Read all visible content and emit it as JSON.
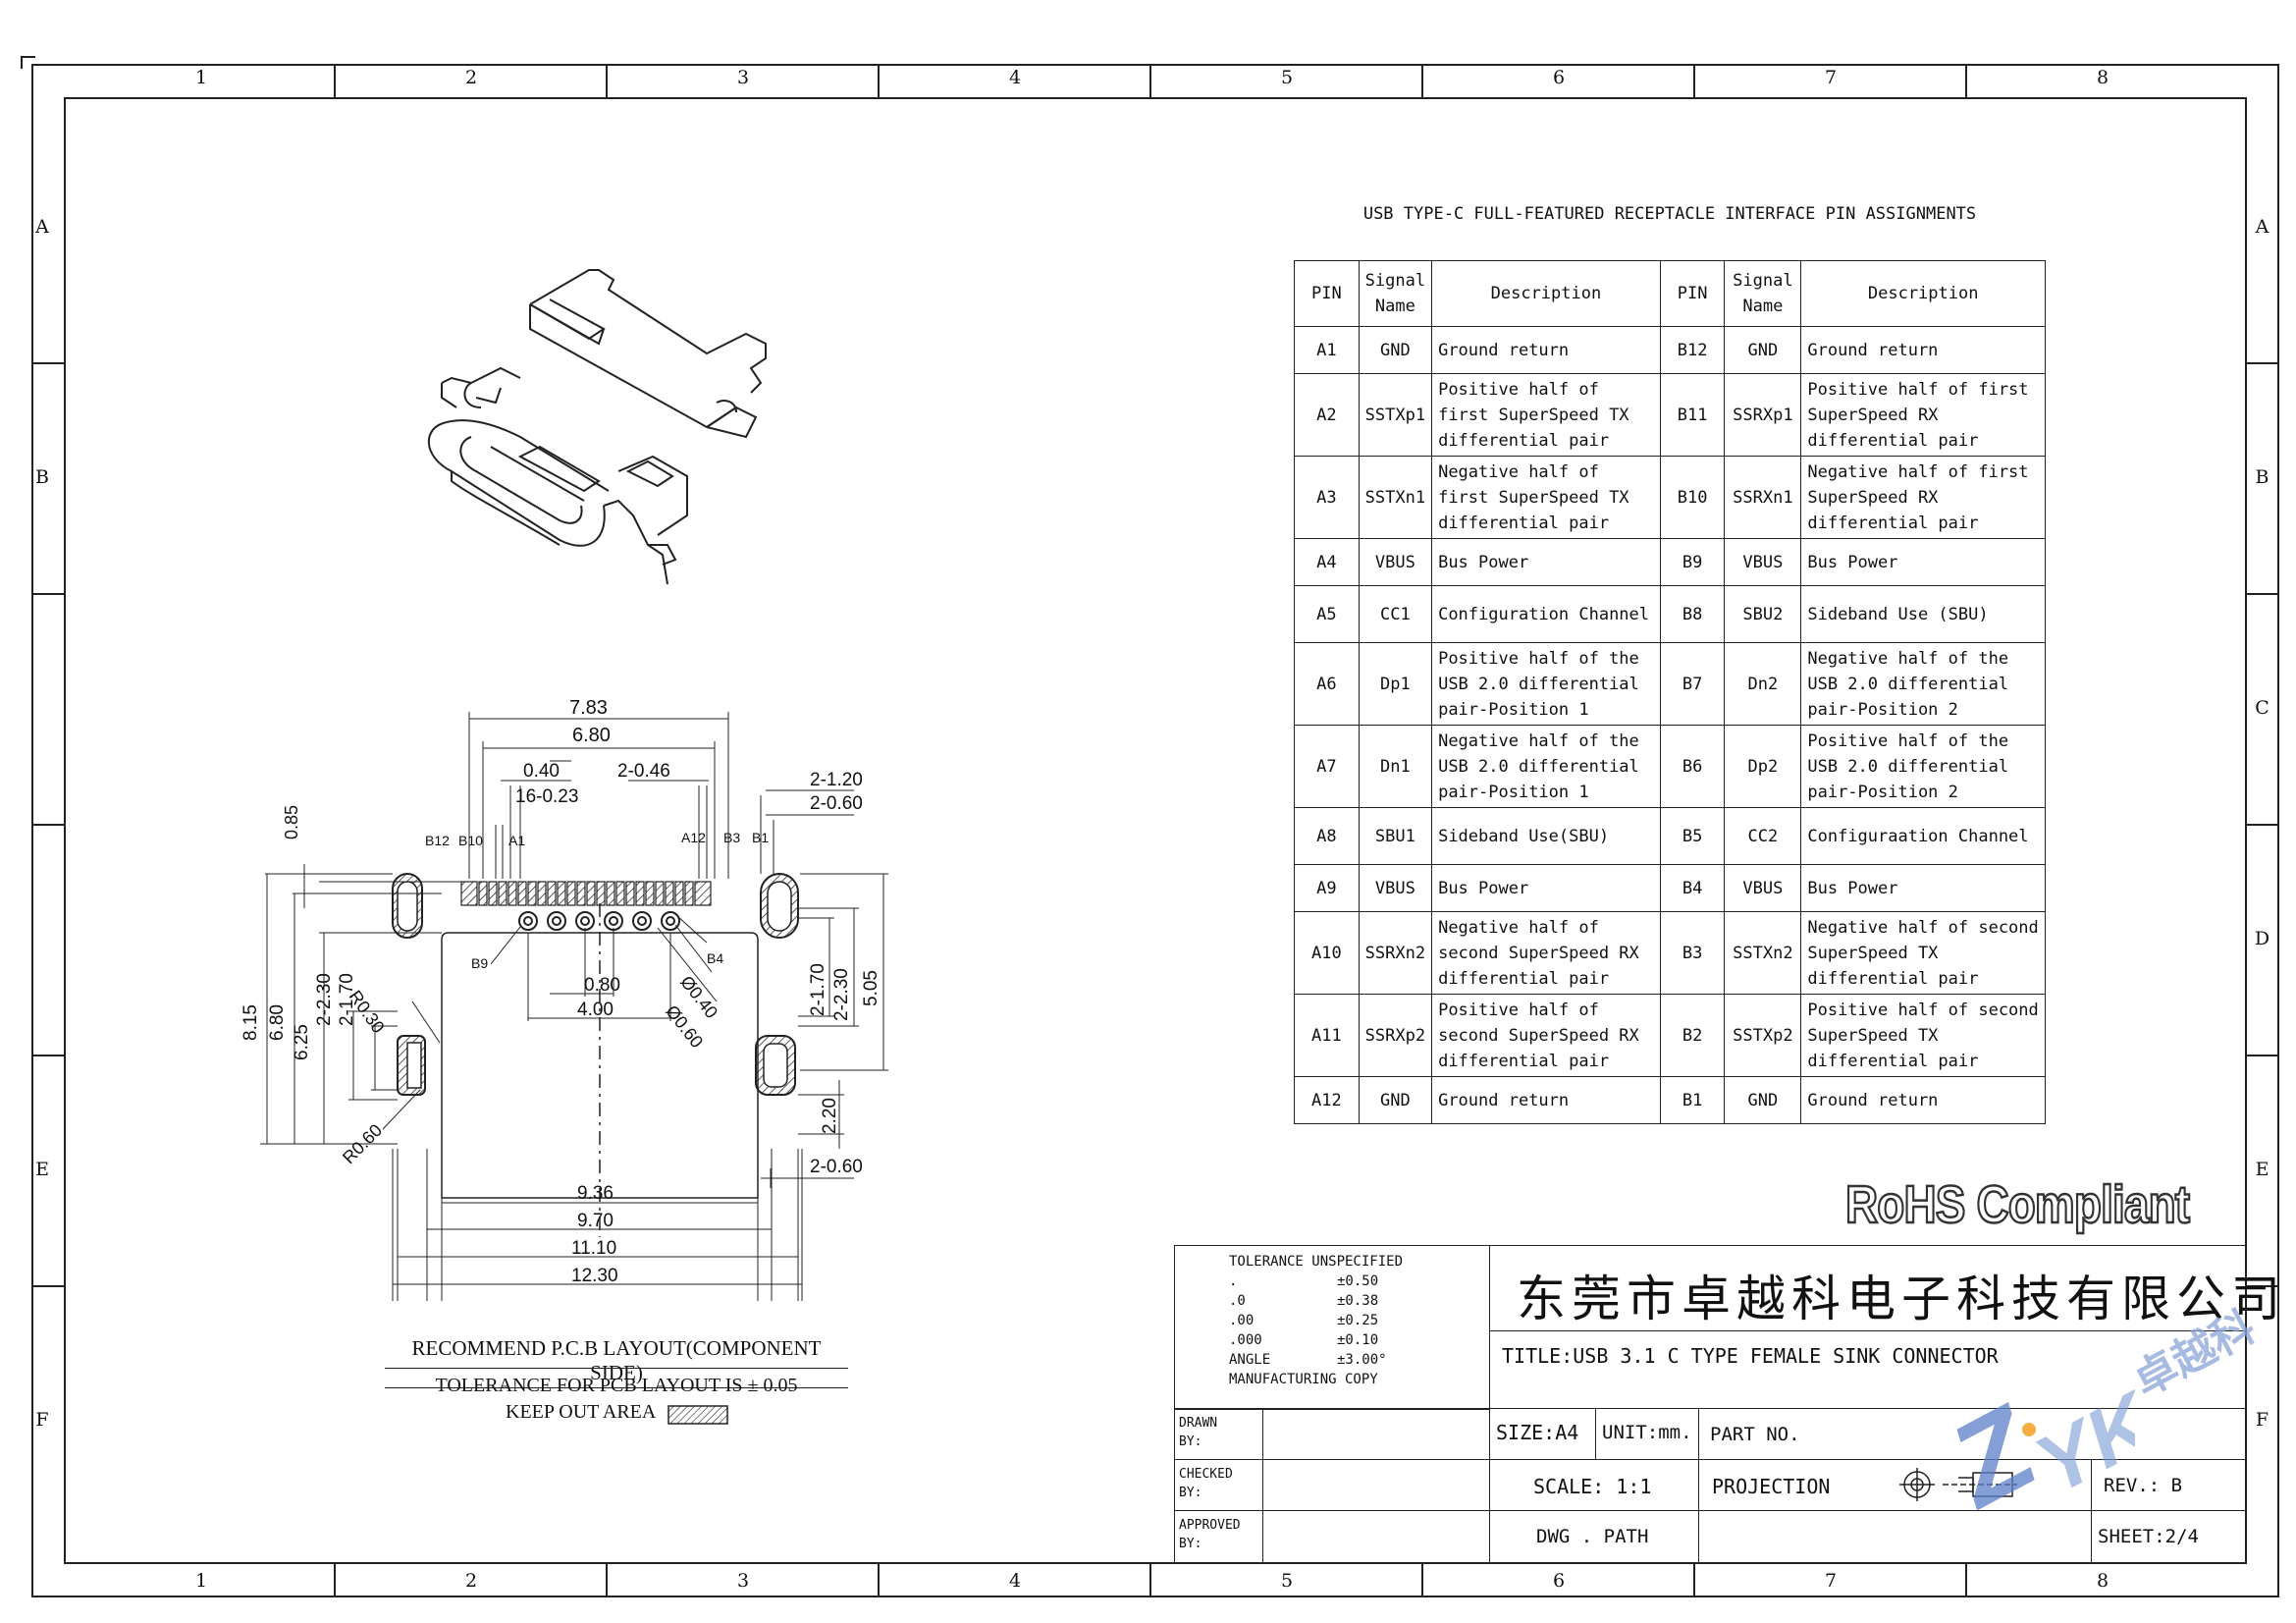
{
  "zones": {
    "columns": [
      "1",
      "2",
      "3",
      "4",
      "5",
      "6",
      "7",
      "8"
    ],
    "rows": [
      "A",
      "B",
      "C",
      "D",
      "E",
      "F"
    ]
  },
  "table": {
    "title": "USB TYPE-C FULL-FEATURED RECEPTACLE INTERFACE PIN ASSIGNMENTS",
    "headers": [
      "PIN",
      "Signal Name",
      "Description",
      "PIN",
      "Signal Name",
      "Description"
    ],
    "rows": [
      [
        "A1",
        "GND",
        "Ground return",
        "B12",
        "GND",
        "Ground return"
      ],
      [
        "A2",
        "SSTXp1",
        "Positive half of first SuperSpeed TX differential pair",
        "B11",
        "SSRXp1",
        "Positive half of first SuperSpeed RX differential pair"
      ],
      [
        "A3",
        "SSTXn1",
        "Negative half of first SuperSpeed TX differential pair",
        "B10",
        "SSRXn1",
        "Negative half of first SuperSpeed RX differential pair"
      ],
      [
        "A4",
        "VBUS",
        "Bus Power",
        "B9",
        "VBUS",
        "Bus Power"
      ],
      [
        "A5",
        "CC1",
        "Configuration Channel",
        "B8",
        "SBU2",
        "Sideband Use (SBU)"
      ],
      [
        "A6",
        "Dp1",
        "Positive half of the USB 2.0 differential pair-Position 1",
        "B7",
        "Dn2",
        "Negative half of the USB 2.0 differential pair-Position 2"
      ],
      [
        "A7",
        "Dn1",
        "Negative half of the USB 2.0 differential pair-Position 1",
        "B6",
        "Dp2",
        "Positive half of the USB 2.0 differential pair-Position 2"
      ],
      [
        "A8",
        "SBU1",
        "Sideband Use(SBU)",
        "B5",
        "CC2",
        "Configuraation Channel"
      ],
      [
        "A9",
        "VBUS",
        "Bus Power",
        "B4",
        "VBUS",
        "Bus Power"
      ],
      [
        "A10",
        "SSRXn2",
        "Negative half of second SuperSpeed RX differential pair",
        "B3",
        "SSTXn2",
        "Negative half of second SuperSpeed TX differential pair"
      ],
      [
        "A11",
        "SSRXp2",
        "Positive half of second SuperSpeed RX differential pair",
        "B2",
        "SSTXp2",
        "Positive half of second SuperSpeed TX differential pair"
      ],
      [
        "A12",
        "GND",
        "Ground return",
        "B1",
        "GND",
        "Ground return"
      ]
    ]
  },
  "rohs": "RoHS Compliant",
  "pcb": {
    "title": "RECOMMEND P.C.B LAYOUT(COMPONENT SIDE)",
    "tolerance": "TOLERANCE FOR PCB LAYOUT IS ± 0.05",
    "keepout": "KEEP OUT AREA",
    "dims": {
      "d783": "7.83",
      "d680": "6.80",
      "d040": "0.40",
      "d1623": "16-0.23",
      "d2046": "2-0.46",
      "d2120": "2-1.20",
      "d2060a": "2-0.60",
      "d085": "0.85",
      "pB12": "B12",
      "pB10": "B10",
      "pA1": "A1",
      "pA12": "A12",
      "pB3": "B3",
      "pB1": "B1",
      "pB9": "B9",
      "pB4": "B4",
      "d815": "8.15",
      "d680v": "6.80",
      "d625": "6.25",
      "d2230": "2-2.30",
      "d2170": "2-1.70",
      "r030": "R0.30",
      "r060": "R0.60",
      "d080": "0.80",
      "d400": "4.00",
      "phi040": "Ø0.40",
      "phi060": "Ø0.60",
      "d2170r": "2-1.70",
      "d2230r": "2-2.30",
      "d505": "5.05",
      "d220": "2.20",
      "d2060b": "2-0.60",
      "d936": "9.36",
      "d970": "9.70",
      "d1110": "11.10",
      "d1230": "12.30"
    }
  },
  "titleblock": {
    "tol_head": "TOLERANCE UNSPECIFIED",
    "tol": [
      [
        ".",
        "±0.50"
      ],
      [
        ".0",
        "±0.38"
      ],
      [
        ".00",
        "±0.25"
      ],
      [
        ".000",
        "±0.10"
      ],
      [
        "ANGLE",
        "±3.00°"
      ]
    ],
    "mfg": "MANUFACTURING COPY",
    "company": "东莞市卓越科电子科技有限公司",
    "title": "TITLE:USB 3.1 C TYPE FEMALE SINK CONNECTOR",
    "drawn": "DRAWN BY:",
    "checked": "CHECKED BY:",
    "approved": "APPROVED BY:",
    "size": "SIZE:A4",
    "unit": "UNIT:mm.",
    "part": "PART NO.",
    "scale": "SCALE: 1:1",
    "projection": "PROJECTION",
    "rev": "REV.: B",
    "dwg": "DWG . PATH",
    "sheet": "SHEET:2/4",
    "logo_cn": "卓越科"
  }
}
